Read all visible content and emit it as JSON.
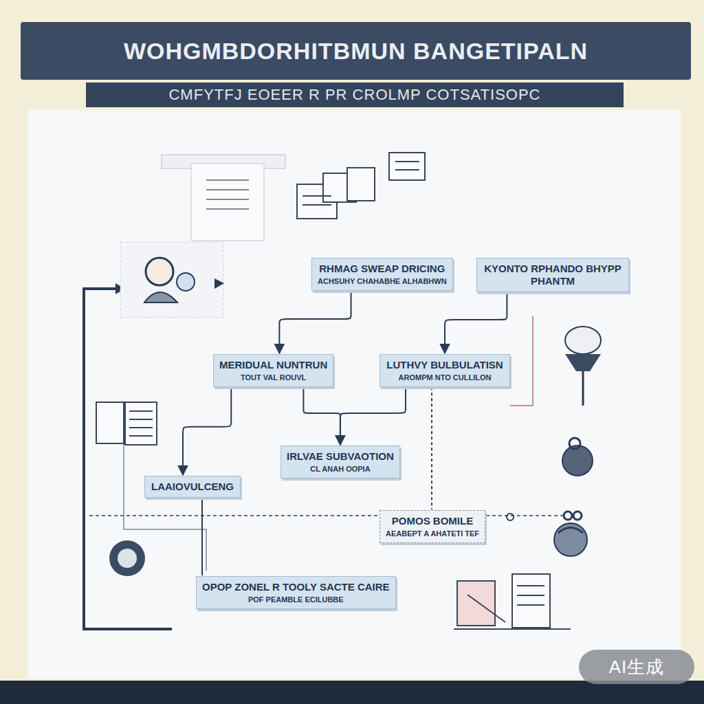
{
  "diagram": {
    "title": "WOHGMBDORHITBMUN BANGETIPALN",
    "nodes": [
      {
        "text": [
          "RHMAG SWEAP DRICING",
          "ACHSUHY CHAHABHE ALHABHWN"
        ]
      },
      {
        "text": [
          "KYONTO RPHANDO BHYPP PHANTM"
        ]
      },
      {
        "text": [
          "MERIDUAL NUNTRUN",
          "TOUT VAL ROUVL"
        ]
      },
      {
        "text": [
          "LUTHVY BULBULATISN",
          "AROMPM NTO CULLILON"
        ]
      },
      {
        "text": [
          "IRLVAE SUBVAOTION",
          "CL ANAH OOPIA"
        ]
      },
      {
        "text": [
          "LAAIOVULCENG"
        ]
      },
      {
        "text": [
          "POMOS BOMILE",
          "AEABEPT A AHATETI TEF"
        ]
      },
      {
        "text": [
          "OPOP ZONEL R TOOLY SACTE CAIRE",
          "POF PEAMBLE ECILUBBE"
        ]
      }
    ],
    "edges": [
      {
        "from": 0,
        "to": 2,
        "arrow": "to"
      },
      {
        "from": 1,
        "to": 3,
        "arrow": "to"
      },
      {
        "from": 2,
        "to": 4,
        "arrow": "to"
      },
      {
        "from": 3,
        "to": 4,
        "arrow": "to"
      },
      {
        "from": 2,
        "to": 5,
        "arrow": "to"
      },
      {
        "from": 3,
        "to": 6,
        "arrow": "none"
      },
      {
        "from": 5,
        "to": 7,
        "arrow": "none"
      }
    ],
    "labels": [
      "CMFYTFJ EOEER R PR CROLMP COTSATISOPC",
      "AI生成"
    ]
  }
}
